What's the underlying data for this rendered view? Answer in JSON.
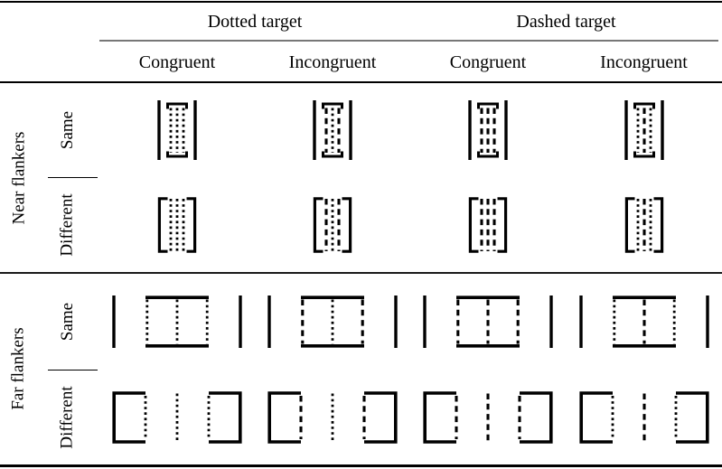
{
  "colors": {
    "ink": "#000000",
    "paper": "#ffffff",
    "subrule": "#777777"
  },
  "table": {
    "column_groups": [
      {
        "label": "Dotted target",
        "columns": [
          "Congruent",
          "Incongruent"
        ]
      },
      {
        "label": "Dashed target",
        "columns": [
          "Congruent",
          "Incongruent"
        ]
      }
    ],
    "row_groups": [
      {
        "label": "Near flankers",
        "rows": [
          "Same",
          "Different"
        ]
      },
      {
        "label": "Far flankers",
        "rows": [
          "Same",
          "Different"
        ]
      }
    ],
    "cells": [
      {
        "row_group": "Near flankers",
        "row": "Same",
        "column_group": "Dotted target",
        "column": "Congruent",
        "layout": "near-same",
        "target_style": "dotted",
        "flanker_style": "dotted"
      },
      {
        "row_group": "Near flankers",
        "row": "Same",
        "column_group": "Dotted target",
        "column": "Incongruent",
        "layout": "near-same",
        "target_style": "dotted",
        "flanker_style": "dashed"
      },
      {
        "row_group": "Near flankers",
        "row": "Same",
        "column_group": "Dashed target",
        "column": "Congruent",
        "layout": "near-same",
        "target_style": "dashed",
        "flanker_style": "dashed"
      },
      {
        "row_group": "Near flankers",
        "row": "Same",
        "column_group": "Dashed target",
        "column": "Incongruent",
        "layout": "near-same",
        "target_style": "dashed",
        "flanker_style": "dotted"
      },
      {
        "row_group": "Near flankers",
        "row": "Different",
        "column_group": "Dotted target",
        "column": "Congruent",
        "layout": "near-different",
        "target_style": "dotted",
        "flanker_style": "dotted"
      },
      {
        "row_group": "Near flankers",
        "row": "Different",
        "column_group": "Dotted target",
        "column": "Incongruent",
        "layout": "near-different",
        "target_style": "dotted",
        "flanker_style": "dashed"
      },
      {
        "row_group": "Near flankers",
        "row": "Different",
        "column_group": "Dashed target",
        "column": "Congruent",
        "layout": "near-different",
        "target_style": "dashed",
        "flanker_style": "dashed"
      },
      {
        "row_group": "Near flankers",
        "row": "Different",
        "column_group": "Dashed target",
        "column": "Incongruent",
        "layout": "near-different",
        "target_style": "dashed",
        "flanker_style": "dotted"
      },
      {
        "row_group": "Far flankers",
        "row": "Same",
        "column_group": "Dotted target",
        "column": "Congruent",
        "layout": "far-same",
        "target_style": "dotted",
        "flanker_style": "dotted"
      },
      {
        "row_group": "Far flankers",
        "row": "Same",
        "column_group": "Dotted target",
        "column": "Incongruent",
        "layout": "far-same",
        "target_style": "dotted",
        "flanker_style": "dashed"
      },
      {
        "row_group": "Far flankers",
        "row": "Same",
        "column_group": "Dashed target",
        "column": "Congruent",
        "layout": "far-same",
        "target_style": "dashed",
        "flanker_style": "dashed"
      },
      {
        "row_group": "Far flankers",
        "row": "Same",
        "column_group": "Dashed target",
        "column": "Incongruent",
        "layout": "far-same",
        "target_style": "dashed",
        "flanker_style": "dotted"
      },
      {
        "row_group": "Far flankers",
        "row": "Different",
        "column_group": "Dotted target",
        "column": "Congruent",
        "layout": "far-different",
        "target_style": "dotted",
        "flanker_style": "dotted"
      },
      {
        "row_group": "Far flankers",
        "row": "Different",
        "column_group": "Dotted target",
        "column": "Incongruent",
        "layout": "far-different",
        "target_style": "dotted",
        "flanker_style": "dashed"
      },
      {
        "row_group": "Far flankers",
        "row": "Different",
        "column_group": "Dashed target",
        "column": "Congruent",
        "layout": "far-different",
        "target_style": "dashed",
        "flanker_style": "dashed"
      },
      {
        "row_group": "Far flankers",
        "row": "Different",
        "column_group": "Dashed target",
        "column": "Incongruent",
        "layout": "far-different",
        "target_style": "dashed",
        "flanker_style": "dotted"
      }
    ]
  }
}
